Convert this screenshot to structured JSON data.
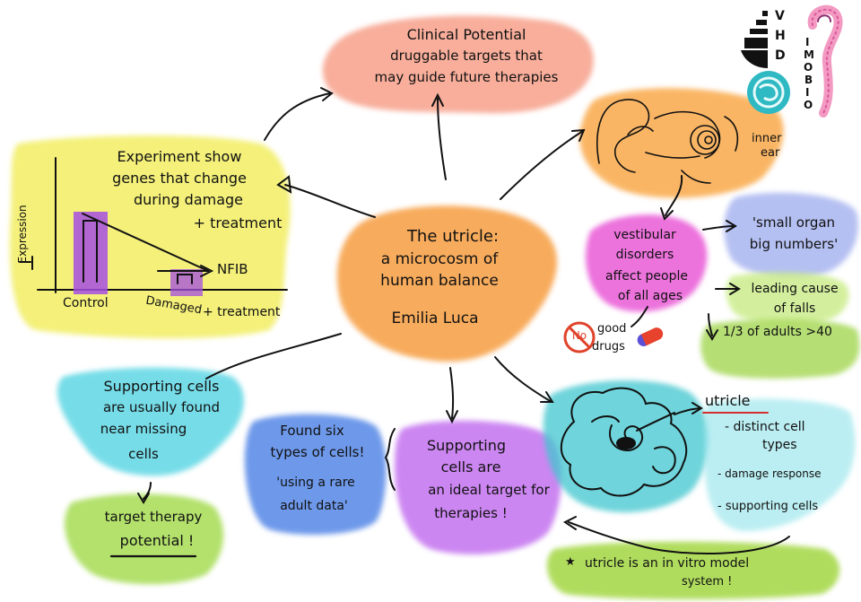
{
  "center": {
    "title": "The utricle:",
    "line2": "a microcosm of",
    "line3": "human balance",
    "author": "Emilia Luca"
  },
  "clinical": {
    "line1": "Clinical Potential",
    "line2": "druggable targets that",
    "line3": "may guide future therapies"
  },
  "experiment": {
    "line1": "Experiment show",
    "line2": "genes that change",
    "line3": "during damage",
    "line4": "+ treatment",
    "ylabel": "Expression",
    "gene": "NFIB",
    "x_control": "Control",
    "x_damaged": "Damaged",
    "x_treatment": "+ treatment"
  },
  "ear": {
    "label1": "inner",
    "label2": "ear"
  },
  "vestibular": {
    "line1": "vestibular",
    "line2": "disorders",
    "line3": "affect people",
    "line4": "of all ages"
  },
  "small_organ": {
    "line1": "'small organ",
    "line2": "big numbers'"
  },
  "falls": {
    "line1": "leading cause",
    "line2": "of falls"
  },
  "adults": {
    "text": "1/3 of adults >40"
  },
  "drugs": {
    "sign": "No",
    "line1": "good",
    "line2": "drugs"
  },
  "supporting_found": {
    "line1": "Supporting cells",
    "line2": "are usually found",
    "line3": "near missing",
    "line4": "cells"
  },
  "target": {
    "line1": "target therapy",
    "line2": "potential !"
  },
  "six_types": {
    "line1": "Found six",
    "line2": "types of cells!",
    "line3": "'using a rare",
    "line4": "adult data'"
  },
  "ideal_target": {
    "line1": "Supporting",
    "line2": "cells are",
    "line3": "an ideal target for",
    "line4": "therapies !"
  },
  "utricle_list": {
    "heading": "utricle",
    "item1a": "- distinct cell",
    "item1b": "types",
    "item2": "- damage response",
    "item3": "- supporting cells"
  },
  "invitro": {
    "line1": "utricle is an in vitro model",
    "line2": "system !"
  },
  "logos": {
    "vhd": [
      "V",
      "H",
      "D"
    ],
    "imobio": [
      "I",
      "M",
      "O",
      "B",
      "I",
      "O"
    ]
  },
  "colors": {
    "orange": "#f7a24b",
    "salmon": "#f49a80",
    "yellow": "#f3f06a",
    "magenta": "#e85bd7",
    "cyan": "#55d6e2",
    "green": "#a8dc4f",
    "blue": "#5f8ee8",
    "violet": "#c879f0",
    "periwinkle": "#a9b6f0",
    "teal": "#3fc6cf"
  }
}
